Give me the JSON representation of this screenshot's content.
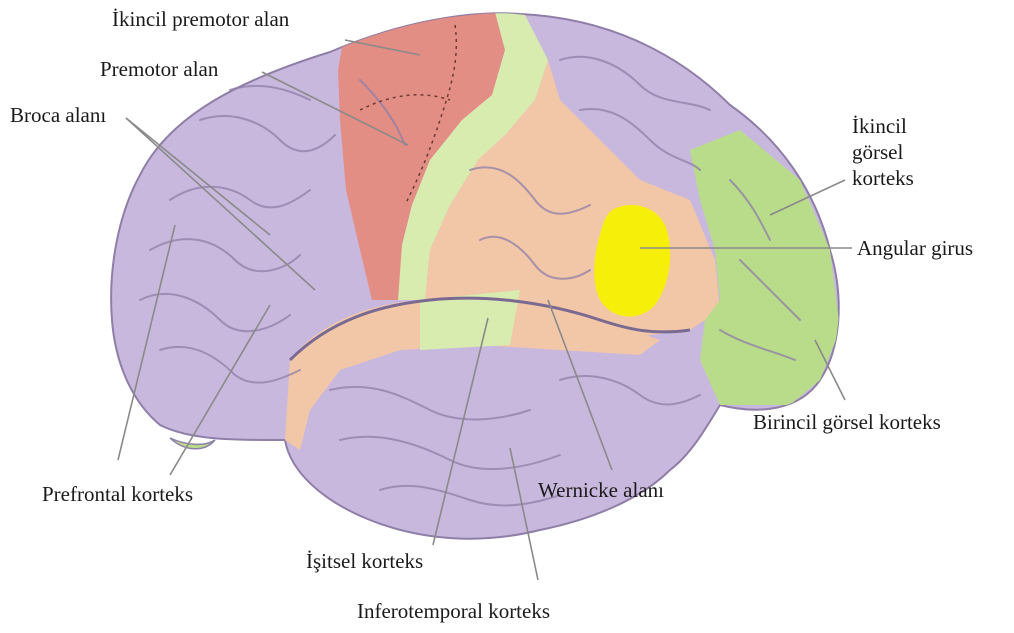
{
  "colors": {
    "background": "#ffffff",
    "cortex_default": "#c9b8dd",
    "cortex_shadow": "#8f7ea8",
    "premotor": "#e58b80",
    "motor_sensory_strip": "#d8ecb0",
    "parietal_temporal": "#f2c7a8",
    "angular_gyrus": "#f5ef0a",
    "visual_cortex": "#b9dc8a",
    "leader_line": "#8a8a8a"
  },
  "labels": {
    "secondary_premotor": "İkincil premotor alan",
    "premotor": "Premotor alan",
    "broca": "Broca alanı",
    "secondary_visual_1": "İkincil",
    "secondary_visual_2": "görsel",
    "secondary_visual_3": "korteks",
    "angular_gyrus": "Angular girus",
    "primary_visual": "Birincil görsel korteks",
    "prefrontal": "Prefrontal korteks",
    "wernicke": "Wernicke alanı",
    "auditory": "İşitsel korteks",
    "inferotemporal": "Inferotemporal korteks"
  }
}
